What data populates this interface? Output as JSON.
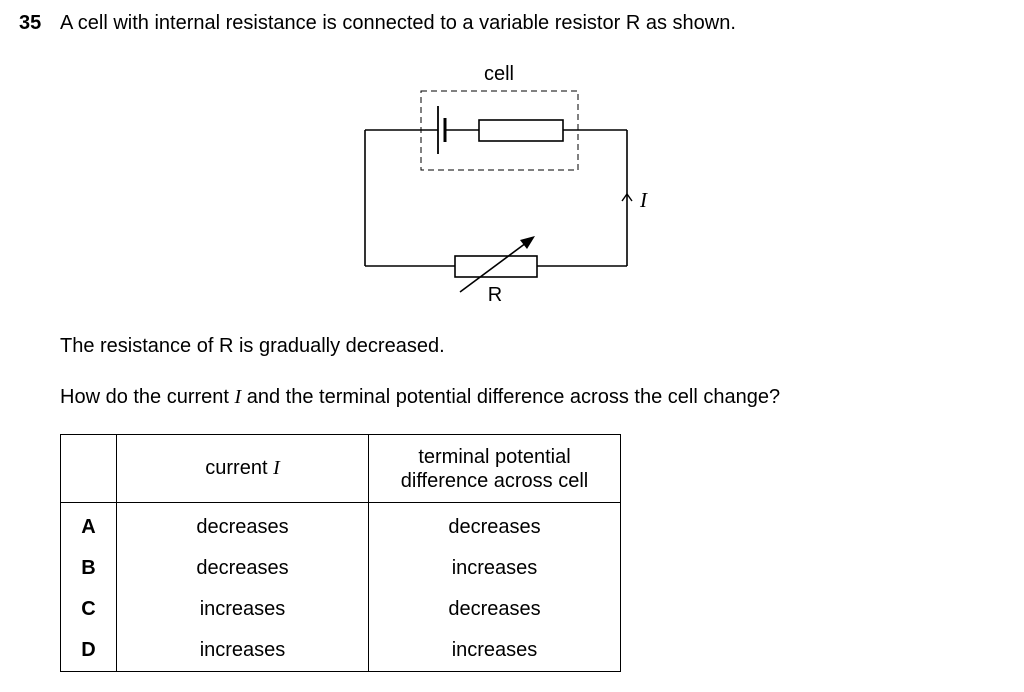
{
  "question": {
    "number": "35",
    "stem": "A cell with internal resistance is connected to a variable resistor R as shown.",
    "statement": "The resistance of R is gradually decreased.",
    "prompt_before": "How do the current ",
    "prompt_symbol": "I",
    "prompt_after": " and the terminal potential difference across the cell change?"
  },
  "diagram": {
    "cell_label": "cell",
    "resistor_label": "R",
    "current_label": "I"
  },
  "table": {
    "header_current_prefix": "current ",
    "header_current_symbol": "I",
    "header_pd_line1": "terminal potential",
    "header_pd_line2": "difference across cell",
    "rows": [
      {
        "letter": "A",
        "current": "decreases",
        "pd": "decreases"
      },
      {
        "letter": "B",
        "current": "decreases",
        "pd": "increases"
      },
      {
        "letter": "C",
        "current": "increases",
        "pd": "decreases"
      },
      {
        "letter": "D",
        "current": "increases",
        "pd": "increases"
      }
    ]
  }
}
